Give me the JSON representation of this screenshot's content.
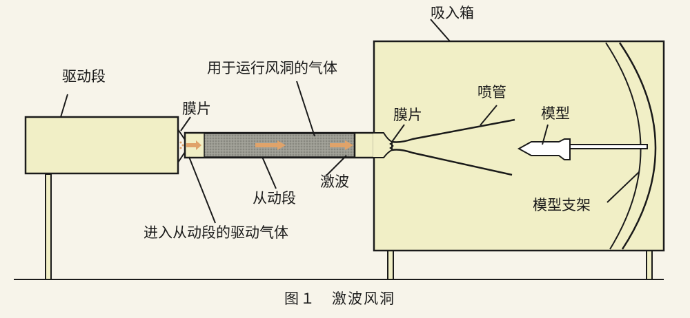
{
  "diagram": {
    "labels": {
      "driver": "驱动段",
      "membrane_left": "膜片",
      "test_gas": "用于运行风洞的气体",
      "suction_box": "吸入箱",
      "nozzle": "喷管",
      "membrane_right": "膜片",
      "model": "模型",
      "shock_wave": "激波",
      "driven": "从动段",
      "driver_gas": "进入从动段的驱动气体",
      "model_support": "模型支架"
    },
    "caption": "图１　激波风洞"
  },
  "colors": {
    "background": "#f7f4ea",
    "box_fill": "#f1efc6",
    "outline": "#1a1a1a",
    "gas": "#9c9c93",
    "arrow": "#e0a36a"
  }
}
